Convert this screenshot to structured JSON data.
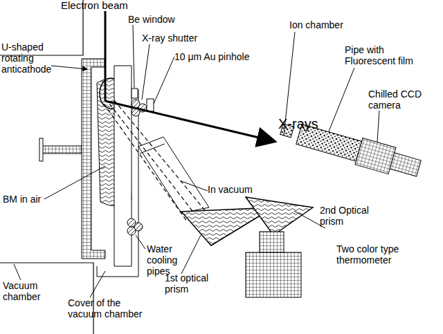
{
  "diagram": {
    "labels": [
      "Electron beam",
      "Be window",
      "X-ray shutter",
      "10 μm Au pinhole",
      "U-shaped rotating anticathode",
      "Ion chamber",
      "Pipe with Fluorescent film",
      "Chilled CCD camera",
      "X-rays",
      "BM in air",
      "In vacuum",
      "2nd Optical prism",
      "Two color type thermometer",
      "Water cooling pipes",
      "1st optical prism",
      "Vacuum chamber",
      "Cover of the vacuum chamber"
    ]
  }
}
